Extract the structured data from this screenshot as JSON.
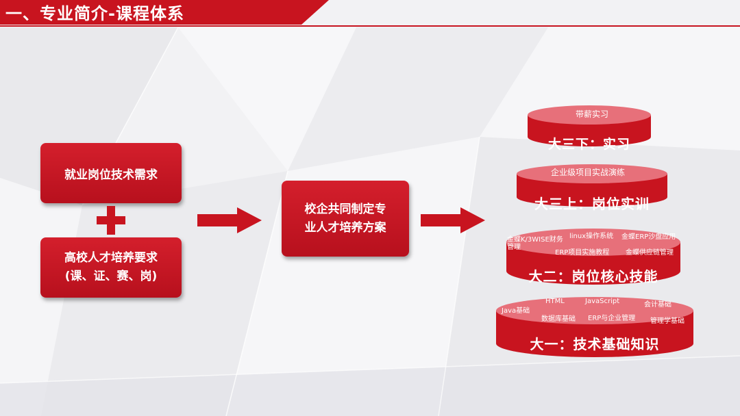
{
  "header": {
    "title": "一、专业简介-课程体系"
  },
  "left": {
    "demand_box": "就业岗位技术需求",
    "school_box_line1": "高校人才培养要求",
    "school_box_line2": "(课、证、赛、岗)"
  },
  "center": {
    "line1": "校企共同制定专",
    "line2": "业人才培养方案"
  },
  "tiers": [
    {
      "title": "大三下：实习",
      "tags": [
        "带薪实习"
      ]
    },
    {
      "title": "大三上：岗位实训",
      "tags": [
        "企业级项目实战演练"
      ]
    },
    {
      "title": "大二：岗位核心技能",
      "tags": [
        "金蝶K/3WISE财务管理",
        "linux操作系统",
        "金蝶ERP沙盘应用",
        "ERP项目实施教程",
        "金蝶供应链管理"
      ]
    },
    {
      "title": "大一：技术基础知识",
      "tags": [
        "HTML",
        "JavaScript",
        "会计基础",
        "Java基础",
        "数据库基础",
        "ERP与企业管理",
        "管理学基础"
      ]
    }
  ],
  "colors": {
    "accent": "#c8141f",
    "cylinder_top": "#e7707a",
    "background": "#f1f1f3"
  }
}
